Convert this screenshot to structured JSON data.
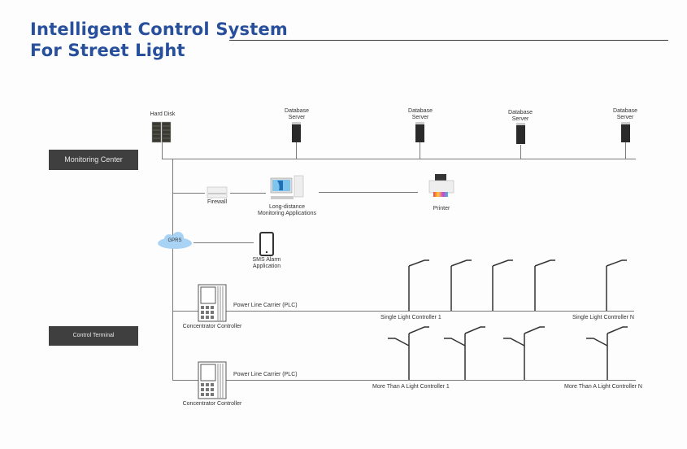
{
  "header": {
    "title_line1": "Intelligent Control System",
    "title_line2": "For Street Light"
  },
  "sections": {
    "monitoring_center": "Monitoring Center",
    "control_terminal": "Control Terminal"
  },
  "nodes": {
    "hard_disk": "Hard Disk",
    "database_servers": [
      {
        "line1": "Database",
        "line2": "Server"
      },
      {
        "line1": "Database",
        "line2": "Server"
      },
      {
        "line1": "Database",
        "line2": "Server"
      },
      {
        "line1": "Database",
        "line2": "Server"
      }
    ],
    "firewall": "Firewall",
    "monitoring_app": {
      "line1": "Long-distance",
      "line2": "Monitoring Applications"
    },
    "printer": "Printer",
    "gprs": "GPRS",
    "sms": {
      "line1": "SMS Alarm",
      "line2": "Application"
    },
    "concentrator_1": "Concentrator Controller",
    "concentrator_2": "Concentrator Controller",
    "plc_1": "Power Line Carrier (PLC)",
    "plc_2": "Power Line Carrier (PLC)",
    "single_first": "Single Light Controller 1",
    "single_last": "Single Light Controller N",
    "multi_first": "More Than A Light Controller  1",
    "multi_last": "More Than A Light Controller  N"
  },
  "colors": {
    "title": "#274f9c",
    "box": "#3f3f3f",
    "cloud": "#a9d3f5"
  }
}
